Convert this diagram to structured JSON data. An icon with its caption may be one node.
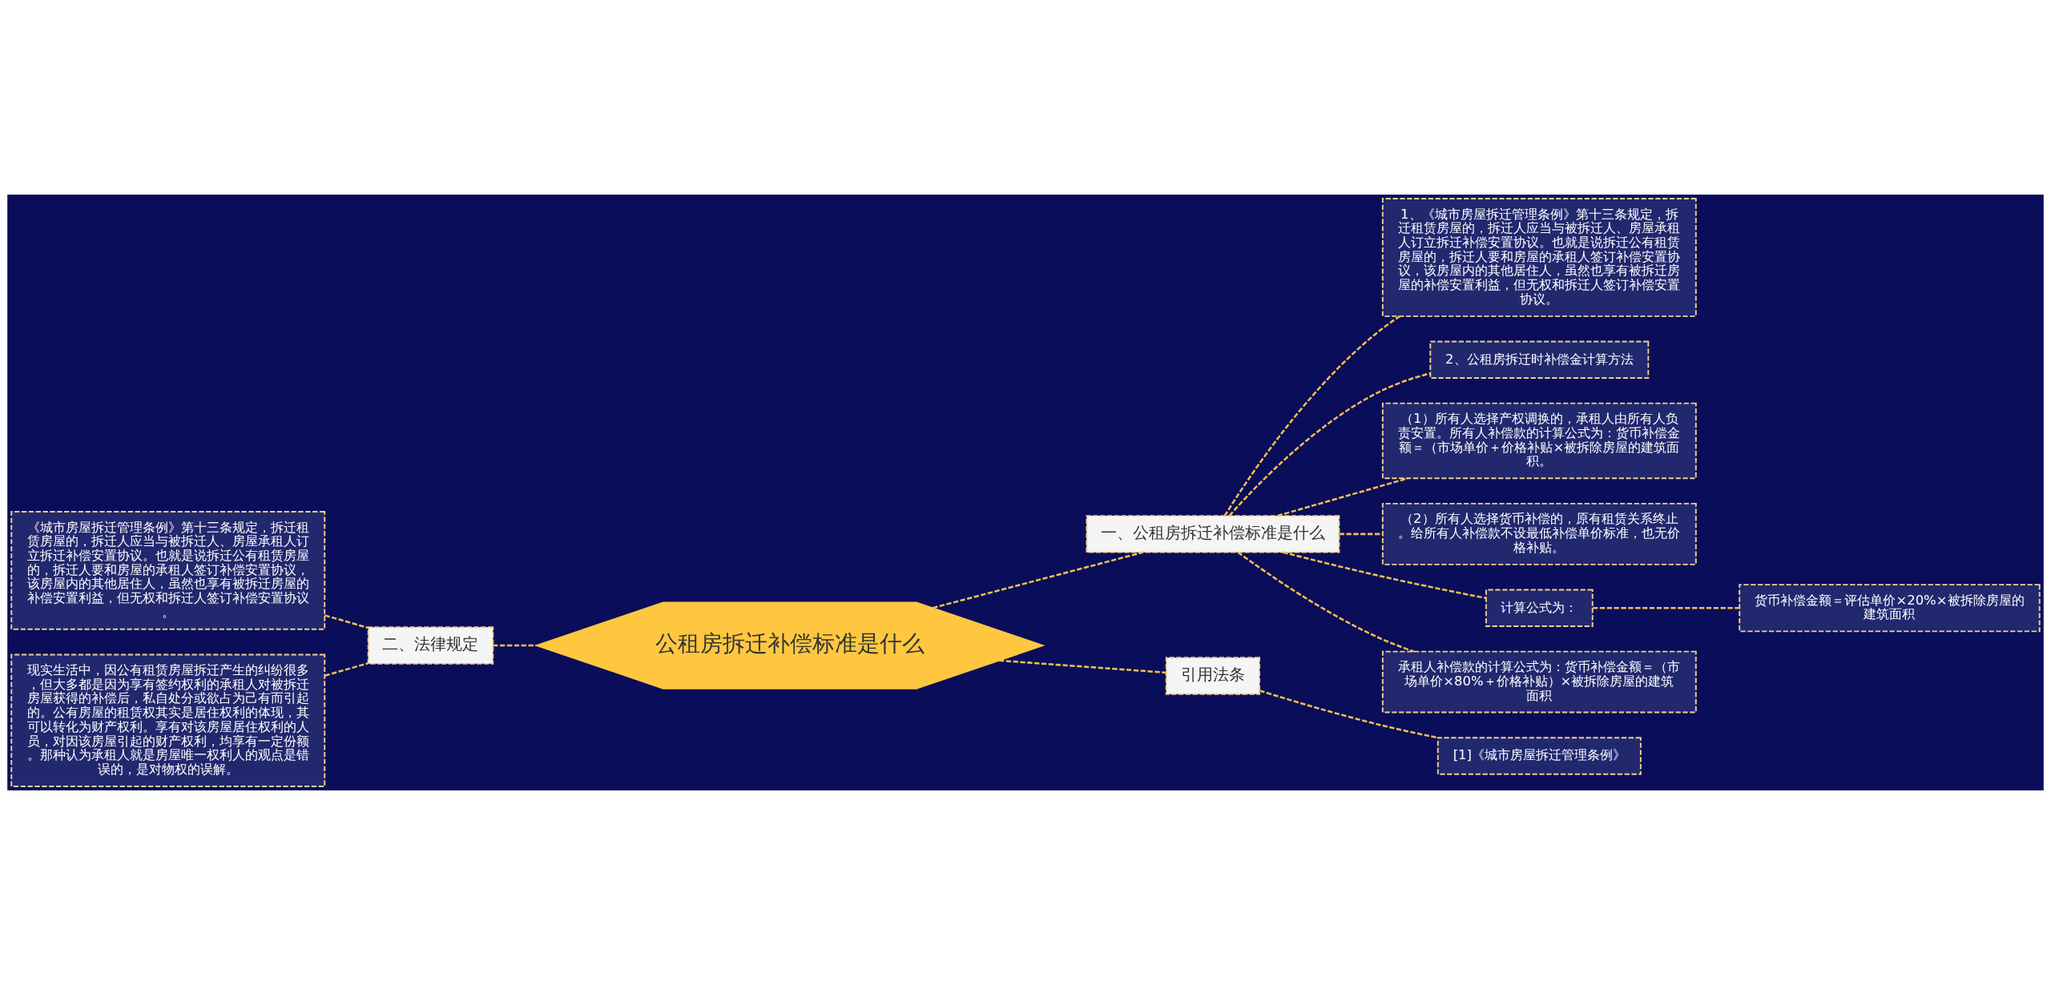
{
  "diagram": {
    "nodes": [
      {
        "text": [
          "公租房拆迁补偿标准是什么"
        ]
      },
      {
        "text": [
          "一、公租房拆迁补偿标准是什么"
        ]
      },
      {
        "text": [
          "1、《城市房屋拆迁管理条例》第十三条规定，拆迁租赁房屋的，拆迁人应当与被拆迁人、房屋承租人订立拆迁补偿安置协议。也就是说拆迁公有租赁房屋的，拆迁人要和房屋的承租人签订补偿安置协议，该房屋内的其他居住人，虽然也享有被拆迁房屋的补偿安置利益，但无权和拆迁人签订补偿安置协议。"
        ]
      },
      {
        "text": [
          "2、公租房拆迁时补偿金计算方法"
        ]
      },
      {
        "text": [
          "（1）所有人选择产权调换的，承租人由所有人负责安置。所有人补偿款的计算公式为：货币补偿金额＝（市场单价＋价格补贴×被拆除房屋的建筑面积。"
        ]
      },
      {
        "text": [
          "（2）所有人选择货币补偿的，原有租赁关系终止。给所有人补偿款不设最低补偿单价标准，也无价格补贴。"
        ]
      },
      {
        "text": [
          "计算公式为："
        ]
      },
      {
        "text": [
          "货币补偿金额＝评估单价×20%×被拆除房屋的建筑面积"
        ]
      },
      {
        "text": [
          "承租人补偿款的计算公式为：货币补偿金额＝（市场单价×80%＋价格补贴）×被拆除房屋的建筑面积"
        ]
      },
      {
        "text": [
          "引用法条"
        ]
      },
      {
        "text": [
          "[1]《城市房屋拆迁管理条例》"
        ]
      },
      {
        "text": [
          "二、法律规定"
        ]
      },
      {
        "text": [
          "《城市房屋拆迁管理条例》第十三条规定，拆迁租赁房屋的，拆迁人应当与被拆迁人、房屋承租人订立拆迁补偿安置协议。也就是说拆迁公有租赁房屋的，拆迁人要和房屋的承租人签订补偿安置协议，该房屋内的其他居住人，虽然也享有被拆迁房屋的补偿安置利益，但无权和拆迁人签订补偿安置协议。"
        ]
      },
      {
        "text": [
          "现实生活中，因公有租赁房屋拆迁产生的纠纷很多，但大多都是因为享有签约权利的承租人对被拆迁房屋获得的补偿后，私自处分或欲占为己有而引起的。公有房屋的租赁权其实是居住权利的体现，其可以转化为财产权利。享有对该房屋居住权利的人员，对因该房屋引起的财产权利，均享有一定份额。那种认为承租人就是房屋唯一权利人的观点是错误的，是对物权的误解。"
        ]
      }
    ],
    "edges": [
      {
        "from": 0,
        "to": 1,
        "arrow": "none"
      },
      {
        "from": 1,
        "to": 2,
        "arrow": "none"
      },
      {
        "from": 1,
        "to": 3,
        "arrow": "none"
      },
      {
        "from": 1,
        "to": 4,
        "arrow": "none"
      },
      {
        "from": 1,
        "to": 5,
        "arrow": "none"
      },
      {
        "from": 1,
        "to": 6,
        "arrow": "none"
      },
      {
        "from": 6,
        "to": 7,
        "arrow": "none"
      },
      {
        "from": 1,
        "to": 8,
        "arrow": "none"
      },
      {
        "from": 0,
        "to": 9,
        "arrow": "none"
      },
      {
        "from": 9,
        "to": 10,
        "arrow": "none"
      },
      {
        "from": 11,
        "to": 0,
        "arrow": "none"
      },
      {
        "from": 12,
        "to": 11,
        "arrow": "none"
      },
      {
        "from": 13,
        "to": 11,
        "arrow": "none"
      }
    ]
  }
}
